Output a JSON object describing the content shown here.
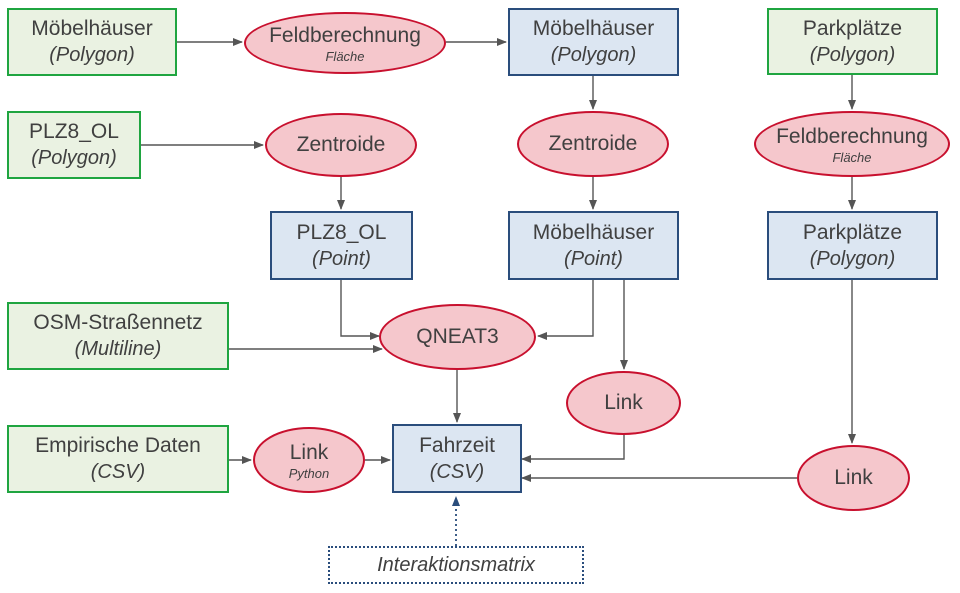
{
  "nodes": {
    "moebel_poly_in": {
      "title": "Möbelhäuser",
      "subtitle": "(Polygon)"
    },
    "feld_1": {
      "title": "Feldberechnung",
      "subtitle": "Fläche"
    },
    "moebel_poly_out": {
      "title": "Möbelhäuser",
      "subtitle": "(Polygon)"
    },
    "park_poly_in": {
      "title": "Parkplätze",
      "subtitle": "(Polygon)"
    },
    "plz8_poly": {
      "title": "PLZ8_OL",
      "subtitle": "(Polygon)"
    },
    "zentroide_1": {
      "title": "Zentroide"
    },
    "zentroide_2": {
      "title": "Zentroide"
    },
    "feld_2": {
      "title": "Feldberechnung",
      "subtitle": "Fläche"
    },
    "plz8_point": {
      "title": "PLZ8_OL",
      "subtitle": "(Point)"
    },
    "moebel_point": {
      "title": "Möbelhäuser",
      "subtitle": "(Point)"
    },
    "park_poly_out": {
      "title": "Parkplätze",
      "subtitle": "(Polygon)"
    },
    "osm": {
      "title": "OSM-Straßennetz",
      "subtitle": "(Multiline)"
    },
    "qneat3": {
      "title": "QNEAT3"
    },
    "link_1": {
      "title": "Link"
    },
    "empirische": {
      "title": "Empirische Daten",
      "subtitle": "(CSV)"
    },
    "link_python": {
      "title": "Link",
      "subtitle": "Python"
    },
    "fahrzeit": {
      "title": "Fahrzeit",
      "subtitle": "(CSV)"
    },
    "link_2": {
      "title": "Link"
    },
    "interaktion": {
      "title": "Interaktionsmatrix"
    }
  },
  "colors": {
    "input_fill": "#eaf2e2",
    "input_border": "#1fa540",
    "output_fill": "#dce6f2",
    "output_border": "#2a4d7c",
    "process_fill": "#f5c7cc",
    "process_border": "#c8102e",
    "text": "#404040",
    "edge": "#555555"
  }
}
